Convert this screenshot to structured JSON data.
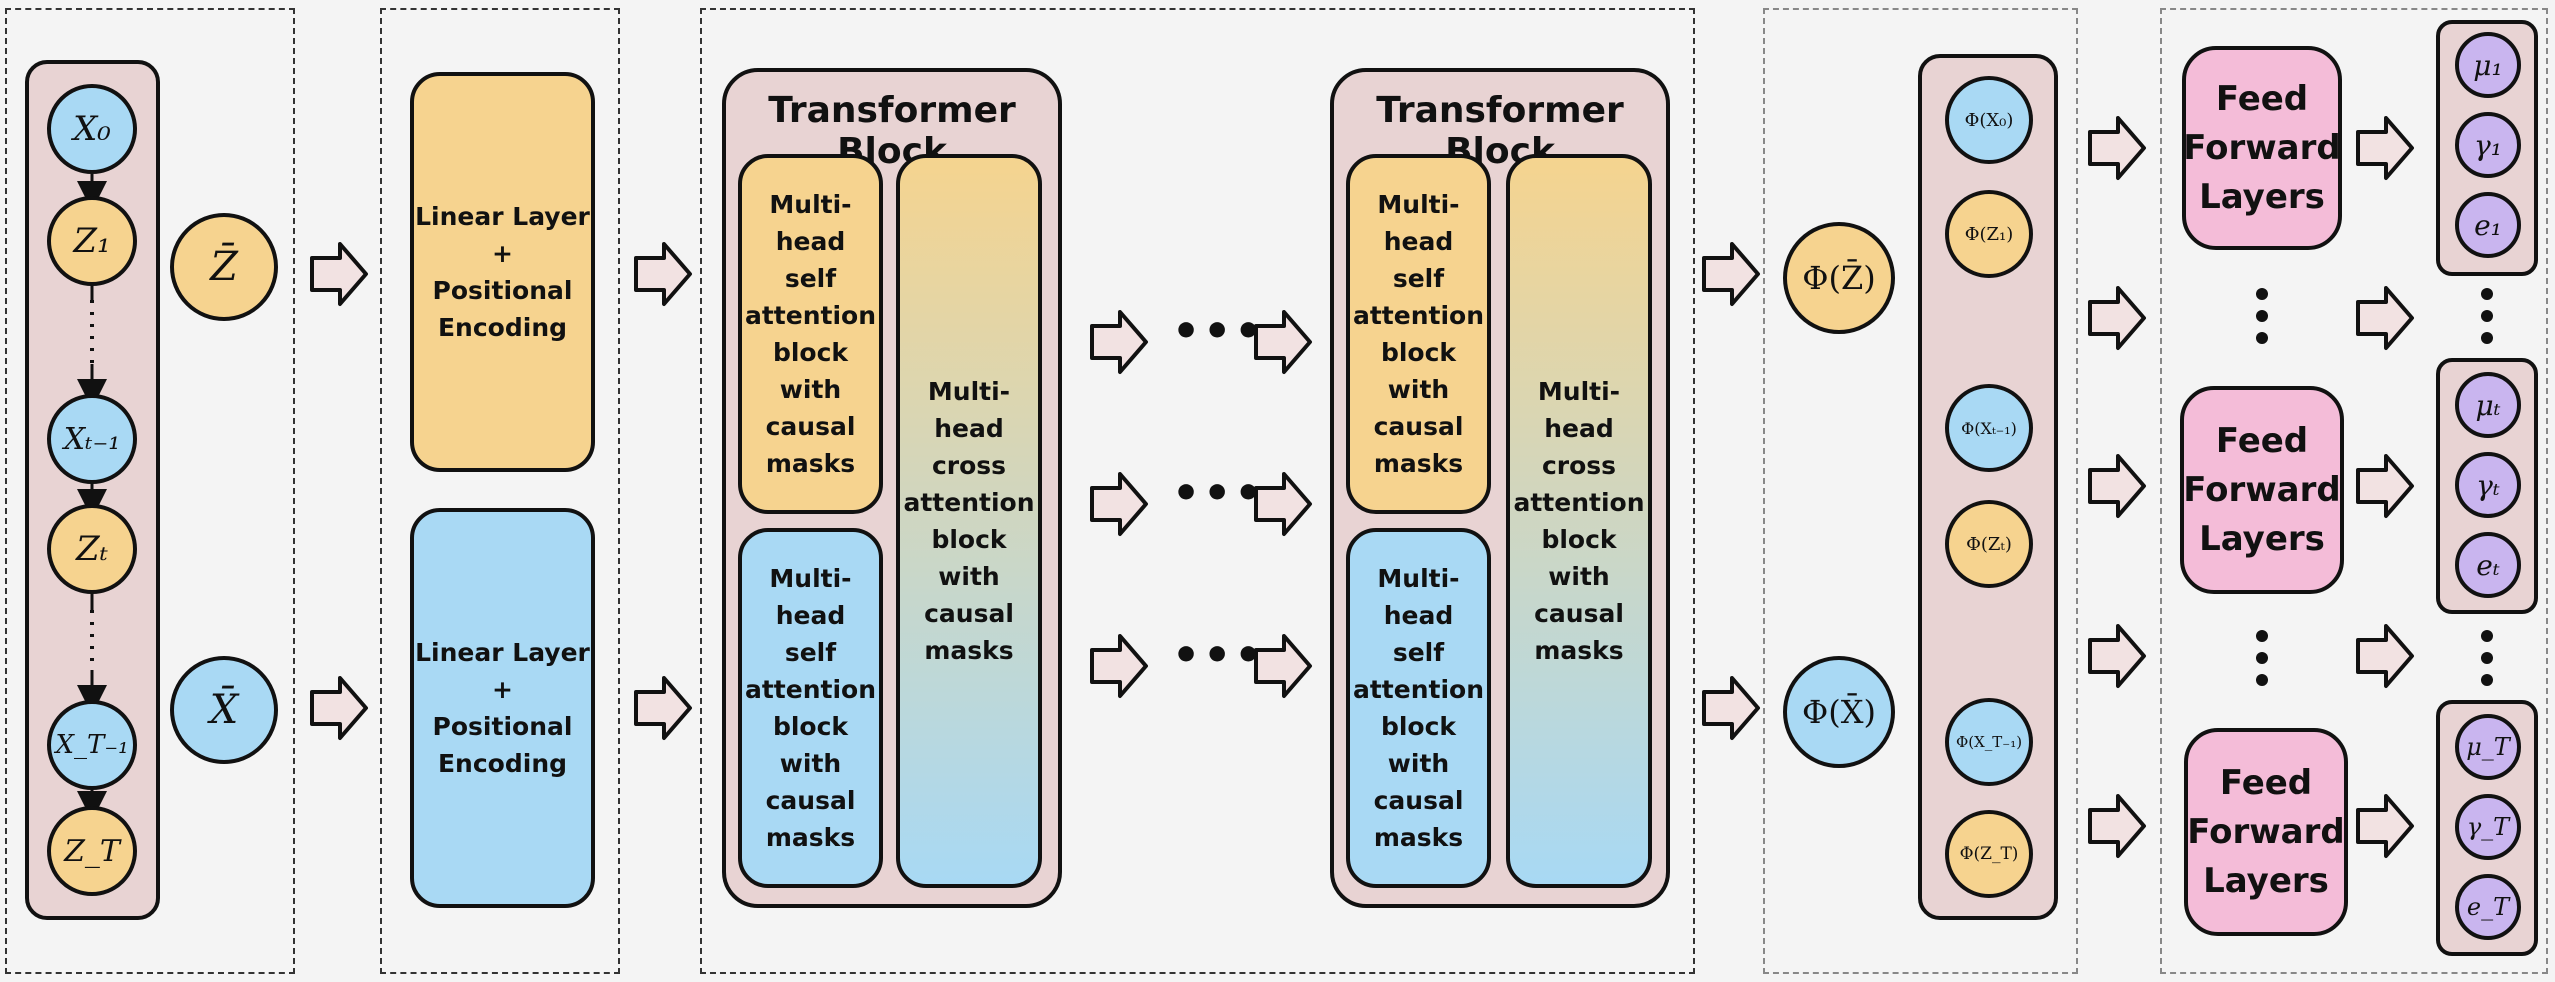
{
  "sequence": {
    "nodes": [
      "X0",
      "Z1",
      "X(t-1)",
      "Zt",
      "X(T-1)",
      "ZT"
    ],
    "x0": "X₀",
    "z1": "Z₁",
    "xtm1": "Xₜ₋₁",
    "zt": "Zₜ",
    "xTm1": "X_T₋₁",
    "zT": "Z_T"
  },
  "inputs": {
    "zbar": "Z̄",
    "xbar": "X̄"
  },
  "encoding": {
    "line1": "Linear Layer",
    "plus": "+",
    "line2": "Positional",
    "line3": "Encoding"
  },
  "transformer": {
    "title": "Transformer Block",
    "self_attn": [
      "Multi-head",
      "self",
      "attention",
      "block with",
      "causal",
      "masks"
    ],
    "cross_attn": [
      "Multi-head",
      "cross",
      "attention",
      "block with",
      "causal",
      "masks"
    ]
  },
  "outputs": {
    "phi_zbar": "Φ(Z̄)",
    "phi_xbar": "Φ(X̄)",
    "phi_x0": "Φ(X₀)",
    "phi_z1": "Φ(Z₁)",
    "phi_xtm1": "Φ(Xₜ₋₁)",
    "phi_zt": "Φ(Zₜ)",
    "phi_xTm1": "Φ(X_T₋₁)",
    "phi_zT": "Φ(Z_T)"
  },
  "ffn": {
    "l1": "Feed",
    "l2": "Forward",
    "l3": "Layers"
  },
  "params": {
    "mu1": "μ₁",
    "g1": "γ₁",
    "e1": "e₁",
    "mut": "μₜ",
    "gt": "γₜ",
    "et": "eₜ",
    "muT": "μ_T",
    "gT": "γ_T",
    "eT": "e_T"
  },
  "colors": {
    "yellow": "#f6d38f",
    "blue": "#a9d9f4",
    "pink": "#f4bcd8",
    "purple": "#c9b5ef",
    "panel": "#e8d3d3"
  }
}
